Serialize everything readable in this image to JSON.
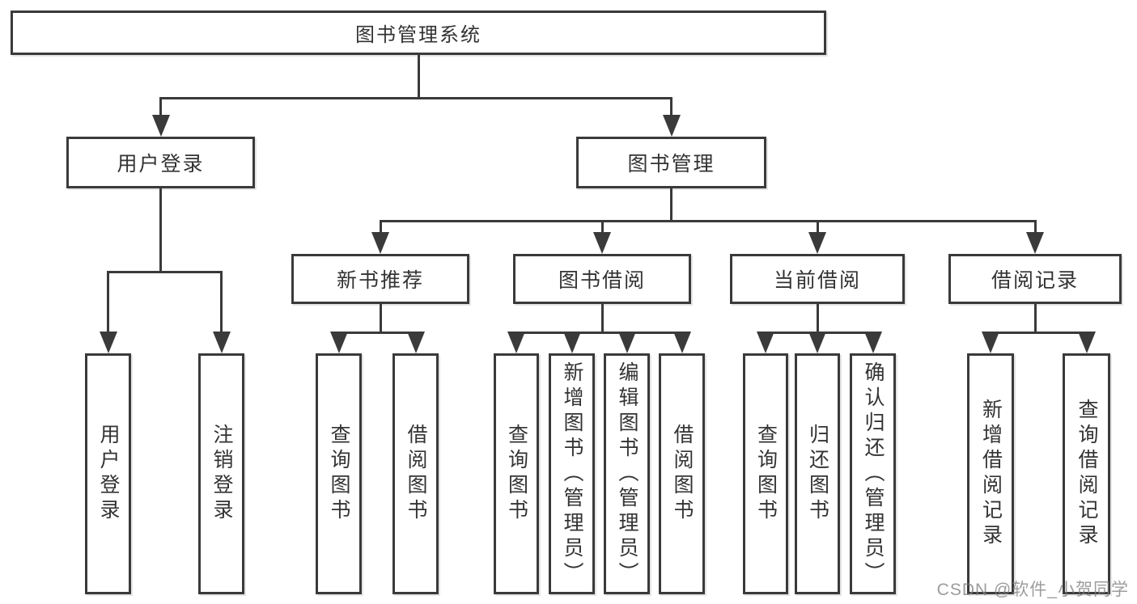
{
  "title": "图书管理系统",
  "tree": {
    "label": "图书管理系统",
    "children": [
      {
        "label": "用户登录",
        "children": [
          {
            "label": "用户登录"
          },
          {
            "label": "注销登录"
          }
        ]
      },
      {
        "label": "图书管理",
        "children": [
          {
            "label": "新书推荐",
            "children": [
              {
                "label": "查询图书"
              },
              {
                "label": "借阅图书"
              }
            ]
          },
          {
            "label": "图书借阅",
            "children": [
              {
                "label": "查询图书"
              },
              {
                "label": "新增图书（管理员）"
              },
              {
                "label": "编辑图书（管理员）"
              },
              {
                "label": "借阅图书"
              }
            ]
          },
          {
            "label": "当前借阅",
            "children": [
              {
                "label": "查询图书"
              },
              {
                "label": "归还图书"
              },
              {
                "label": "确认归还（管理员）"
              }
            ]
          },
          {
            "label": "借阅记录",
            "children": [
              {
                "label": "新增借阅记录"
              },
              {
                "label": "查询借阅记录"
              }
            ]
          }
        ]
      }
    ]
  },
  "watermark": "CSDN @软件_小贺同学",
  "colors": {
    "line": "#3a3a3a",
    "text": "#333333",
    "watermark": "#808080",
    "background": "#ffffff"
  }
}
